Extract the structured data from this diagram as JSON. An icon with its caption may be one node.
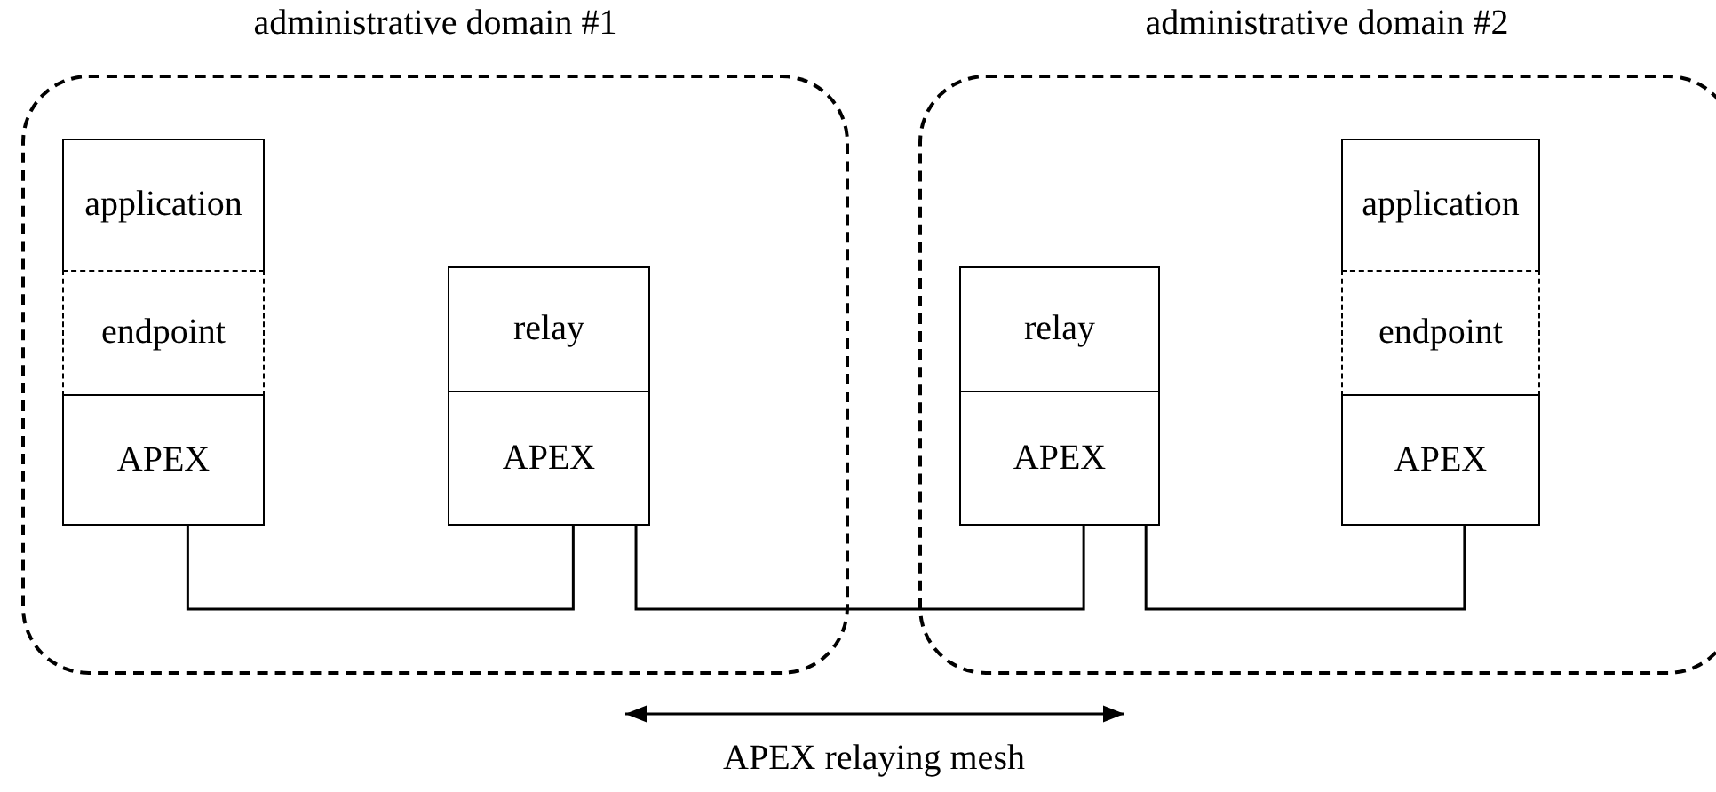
{
  "diagram": {
    "nodes": [
      {
        "text": [
          "administrative domain #1"
        ]
      },
      {
        "text": [
          "application"
        ],
        "in": 0
      },
      {
        "text": [
          "endpoint"
        ],
        "in": 0
      },
      {
        "text": [
          "APEX"
        ],
        "in": 0
      },
      {
        "text": [
          "relay"
        ],
        "in": 0
      },
      {
        "text": [
          "APEX"
        ],
        "in": 0
      },
      {
        "text": [
          "administrative domain #2"
        ]
      },
      {
        "text": [
          "relay"
        ],
        "in": 6
      },
      {
        "text": [
          "APEX"
        ],
        "in": 6
      },
      {
        "text": [
          "application"
        ],
        "in": 6
      },
      {
        "text": [
          "endpoint"
        ],
        "in": 6
      },
      {
        "text": [
          "APEX"
        ],
        "in": 6
      }
    ],
    "edges": [
      {
        "from": 3,
        "to": 5,
        "arrow": "none"
      },
      {
        "from": 5,
        "to": 8,
        "arrow": "none"
      },
      {
        "from": 8,
        "to": 11,
        "arrow": "none"
      }
    ],
    "labels": [
      "APEX relaying mesh"
    ]
  }
}
